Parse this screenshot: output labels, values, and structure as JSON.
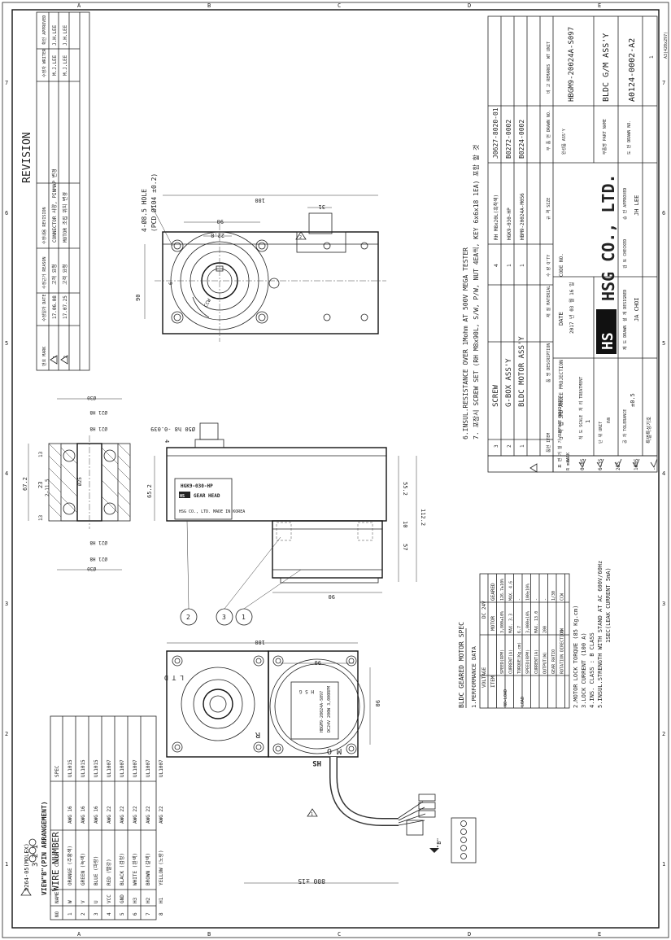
{
  "sheet": {
    "border_cols": [
      "1",
      "2",
      "3",
      "4",
      "5",
      "6",
      "7"
    ],
    "border_rows": [
      "A",
      "B",
      "C",
      "D",
      "E"
    ],
    "size_note": "A3(420x297)"
  },
  "revision": {
    "title": "REVISION",
    "headers": [
      "번호 MARK",
      "수정일자 DATE",
      "수정근거 REASON",
      "수정내용 REVISION",
      "수정자 WRITER",
      "확인 APPROVED"
    ],
    "rows": [
      {
        "mark": "1",
        "date": "17.06.08",
        "reason": "고객 요청",
        "content": "CONNECTOR 사양, PINMAP 변경",
        "writer": "M.J.LEE",
        "approved": "J.H.LEE"
      },
      {
        "mark": "2",
        "date": "17.07.25",
        "reason": "고객 요청",
        "content": "MOTOR 조립 위치 변경",
        "writer": "M.J.LEE",
        "approved": "J.H.LEE"
      }
    ]
  },
  "notes": [
    "6.INSUL.RESISTANCE OVER 1Mohm AT 500V MEGA TESTER",
    "7. 포장시 SCREW SET (RH M8x90L, S/W, P/W, NUT 4EA씩, KEY 6x6x18 1EA) 포함 할 것"
  ],
  "bom": {
    "headers": [
      "품번 ITEM",
      "품 명 DESCRIPTION",
      "재 질 MATERIAL",
      "수 량 Q'TY",
      "규 격 SIZE",
      "부 품 번 DRAWN NO.",
      "비 고 REMARKS"
    ],
    "rows": [
      {
        "item": "3",
        "desc": "SCREW",
        "qty": "4",
        "size": "RH M8x20L(흑착색)",
        "no": "J0627-8020-01"
      },
      {
        "item": "2",
        "desc": "G-BOX ASS'Y",
        "qty": "1",
        "size": "HGK9-030-HP",
        "no": "B0272-0002"
      },
      {
        "item": "1",
        "desc": "BLDC MOTOR ASS'Y",
        "qty": "1",
        "size": "HBM9-20024A-M056",
        "no": "B0224-0002"
      }
    ]
  },
  "title_block": {
    "company": "HSG CO., LTD.",
    "logo": "HS",
    "assy_no": "HBGM9-20024A-S097",
    "part_name": "BLDC G/M ASS'Y",
    "drawn_no": "A0124-0002-A2",
    "projection": "3 각 법 3RD ANGLE PROJECTION",
    "date_label": "DATE",
    "date": "2017 년 03 월 16 일",
    "code_label": "CODE NO.",
    "scale": "1",
    "unit": "mm",
    "tolerance": "±0.5",
    "designed": "JA CHOI",
    "approved": "JH LEE",
    "wt_unit": "WT UNIT",
    "page": "1",
    "labels": {
      "designed": "설 계 DESIGNED",
      "checked": "검 토 CHECKED",
      "approved": "승 인 APPROVED",
      "drawn": "제 도 DRAWN",
      "treatment": "처 리 TREATMENT",
      "scale": "척 도 SCALE",
      "unit": "단 위 UNIT",
      "tolerance": "공 차 TOLERANCE",
      "assy": "완성품 ASS'Y",
      "part": "부품명 PART NAME",
      "no": "도 번 DRAWN NO.",
      "special": "특별특성기호"
    }
  },
  "roughness": {
    "header": "표 면 거 칠 기 SURFACE ROUGHNESS",
    "cols": [
      "R max",
      "MARK"
    ],
    "rows": [
      "0.8S",
      "6.3S",
      "25S",
      "100S",
      "-"
    ]
  },
  "motor_spec": {
    "title": "BLDC GEARED MOTOR SPEC",
    "section": "1.PERFORMANCE DATA",
    "voltage_label": "VOLTAGE",
    "voltage": "DC 24V",
    "item_label": "ITEM",
    "motor_label": "MOTOR",
    "geared_label": "GEARED",
    "rows": [
      {
        "group": "NO-LOAD",
        "item": "SPEED(RPM)",
        "motor": "3,800±10%",
        "geared": "126.7±10%"
      },
      {
        "group": "",
        "item": "CURRENT(A)",
        "motor": "MAX. 3.3",
        "geared": "MAX. 4.6"
      },
      {
        "group": "LOAD",
        "item": "TORQUE(Kg.cm)",
        "motor": "6.7",
        "geared": "-"
      },
      {
        "group": "",
        "item": "SPEED(RPM)",
        "motor": "3,000±10%",
        "geared": "100±10%"
      },
      {
        "group": "",
        "item": "CURRENT(A)",
        "motor": "MAX. 13.0",
        "geared": "-"
      },
      {
        "group": "",
        "item": "OUTPUT(W)",
        "motor": "200",
        "geared": "-"
      },
      {
        "group": "",
        "item": "GEAR RATIO",
        "motor": "",
        "geared": "1/30"
      },
      {
        "group": "",
        "item": "ROTATION DIRECTION",
        "motor": "CW",
        "geared": "CCW"
      }
    ],
    "notes": [
      "2.MOTOR LOCK TORQUE (85 Kg.cm)",
      "3.LOCK CURRENT (100 A)",
      "4.INS. CLASS : B CLASS",
      "5.INSUL.STRENGTH WITH STAND AT AC 600V/60Hz",
      "1SEC(LEAK CURRENT 5mA)"
    ]
  },
  "wire": {
    "title": "WIRE NUMBER",
    "headers": [
      "NO",
      "NAME",
      "COLOR",
      "SPEC"
    ],
    "rows": [
      {
        "no": "1",
        "name": "W",
        "color": "ORANGE (주황색)",
        "awg": "AWG 16",
        "ul": "UL1015"
      },
      {
        "no": "2",
        "name": "V",
        "color": "GREEN (녹색)",
        "awg": "AWG 16",
        "ul": "UL1015"
      },
      {
        "no": "3",
        "name": "U",
        "color": "BLUE (파랑)",
        "awg": "AWG 16",
        "ul": "UL1015"
      },
      {
        "no": "4",
        "name": "VCC",
        "color": "RED (빨강)",
        "awg": "AWG 22",
        "ul": "UL1007"
      },
      {
        "no": "5",
        "name": "GND",
        "color": "BLACK (검정)",
        "awg": "AWG 22",
        "ul": "UL1007"
      },
      {
        "no": "6",
        "name": "H3",
        "color": "WHITE (흰색)",
        "awg": "AWG 22",
        "ul": "UL1007"
      },
      {
        "no": "7",
        "name": "H2",
        "color": "BROWN (갈색)",
        "awg": "AWG 22",
        "ul": "UL1007"
      },
      {
        "no": "8",
        "name": "H1",
        "color": "YELLOW (노랑)",
        "awg": "AWG 22",
        "ul": "UL1007"
      }
    ]
  },
  "pin_view": {
    "label": "VIEW\"B\"(PIN ARRANGEMENT)",
    "pins_top": "3 2 1",
    "connector": "5264-05(MOLEX)",
    "b_mark": "\"B\"",
    "cable_len": "800 ±15"
  },
  "dims": {
    "d180": "180",
    "d90": "90",
    "d31": "31",
    "d228": "22.8",
    "holes": "4-Ø8.5 HOLE",
    "pcd": "(PCD Ø104 ±0.2)",
    "d652": "65.2",
    "d552": "55.2",
    "d1122": "112.2",
    "d57": "57",
    "d10": "10",
    "d4": "4",
    "shaft": "Ø50 h8 -0.039",
    "d672": "67.2",
    "d23": "23",
    "d2115": "2-11.5",
    "d13": "13",
    "d30": "Ø30",
    "d21": "Ø21 H8",
    "d25": "Ø25",
    "d6": "6",
    "ccw": "CCW",
    "key": "6"
  },
  "labels": {
    "gear_head": "HGK9-030-HP",
    "gear_head_text": "GEAR HEAD",
    "hsg": "HSG CO., LTD. MADE IN KOREA",
    "motor_plate": "HBGM9-20024A-S097",
    "motor_plate2": "DC24V 200W 3,000RPM",
    "hsg_vertical": "H S G",
    "ltd": "L T D",
    "motor": "M O",
    "r": "R",
    "hs": "HS",
    "balloon1": "1",
    "balloon2": "2",
    "balloon3": "3",
    "tri1": "1",
    "tri2": "2"
  }
}
